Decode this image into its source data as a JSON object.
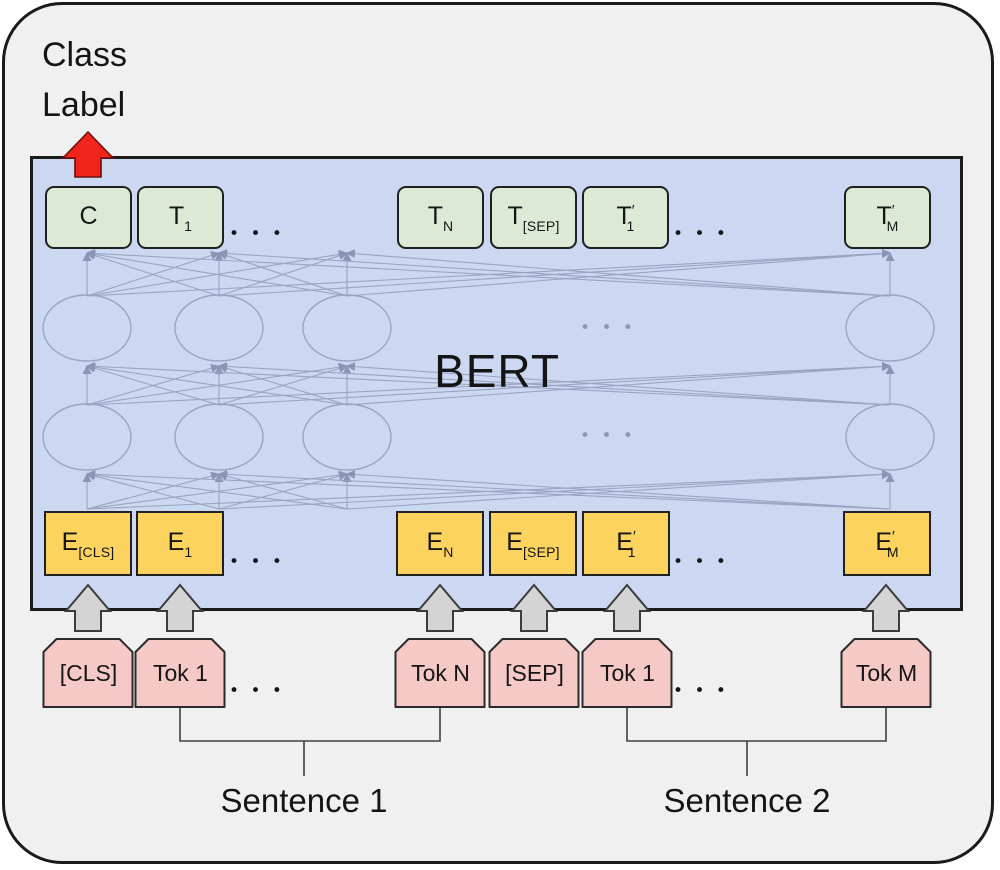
{
  "class_label": {
    "line1": "Class",
    "line2": "Label"
  },
  "bert_box": {
    "label": "BERT"
  },
  "output_row": {
    "boxes": [
      {
        "base": "C",
        "prime": "",
        "sub": ""
      },
      {
        "base": "T",
        "prime": "",
        "sub": "1"
      },
      {
        "base": "T",
        "prime": "",
        "sub": "N"
      },
      {
        "base": "T",
        "prime": "",
        "sub": "[SEP]"
      },
      {
        "base": "T",
        "prime": "′",
        "sub": "1"
      },
      {
        "base": "T",
        "prime": "′",
        "sub": "M"
      }
    ],
    "ellipsis": "• • •"
  },
  "hidden_layers": {
    "ellipsis": "• • •"
  },
  "embedding_row": {
    "boxes": [
      {
        "base": "E",
        "prime": "",
        "sub": "[CLS]"
      },
      {
        "base": "E",
        "prime": "",
        "sub": "1"
      },
      {
        "base": "E",
        "prime": "",
        "sub": "N"
      },
      {
        "base": "E",
        "prime": "",
        "sub": "[SEP]"
      },
      {
        "base": "E",
        "prime": "′",
        "sub": "1"
      },
      {
        "base": "E",
        "prime": "′",
        "sub": "M"
      }
    ],
    "ellipsis": "• • •"
  },
  "token_row": {
    "boxes": [
      {
        "label": "[CLS]"
      },
      {
        "label": "Tok 1"
      },
      {
        "label": "Tok N"
      },
      {
        "label": "[SEP]"
      },
      {
        "label": "Tok 1"
      },
      {
        "label": "Tok M"
      }
    ],
    "ellipsis": "• • •"
  },
  "sentence_labels": {
    "sentence1": "Sentence 1",
    "sentence2": "Sentence 2"
  },
  "colors": {
    "frame_fill": "#f0f0f0",
    "bert_fill": "#ccd8f2",
    "output_fill": "#dcead5",
    "embed_fill": "#fbd35e",
    "token_fill": "#f5c9c6",
    "net_line": "#9aa3c2",
    "net_arrow": "#8b94b4",
    "class_arrow": "#f0241a",
    "input_arrow": "#d4d4d4"
  }
}
